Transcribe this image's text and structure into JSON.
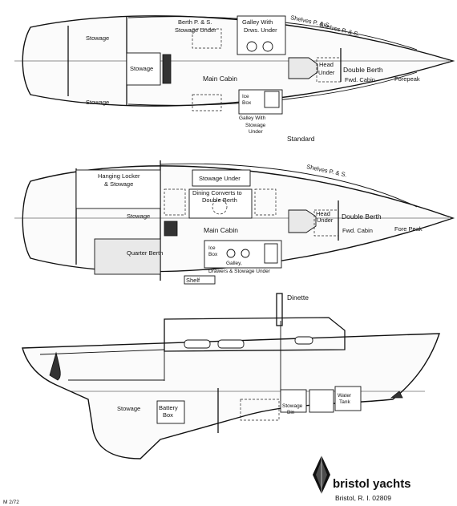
{
  "plan_standard": {
    "shelves": "Shelves P. & S.",
    "shelves_right": "Shelves P. & S.",
    "berth_ps": "Berth P. & S.",
    "stowage_under": "Stowage Under",
    "galley_with": "Galley With",
    "drws_under": "Drws. Under",
    "stowage_fwd": "Stowage",
    "stowage_aft": "Stowage",
    "stowage_mid": "Stowage",
    "main_cabin": "Main Cabin",
    "head": "Head",
    "under": "Under",
    "double_berth": "Double Berth",
    "fwd_cabin": "Fwd. Cabin",
    "forepeak": "Forepeak",
    "ice": "Ice",
    "box": "Box",
    "galley_with2": "Galley With",
    "stowage2": "Stowage",
    "under2": "Under",
    "caption": "Standard"
  },
  "plan_dinette": {
    "hanging_locker": "Hanging Locker",
    "and_stowage": "& Stowage",
    "stowage_under": "Stowage Under",
    "shelves": "Shelves P. & S.",
    "dining_converts": "Dining Converts to",
    "double_berth_a": "Double Berth",
    "stowage": "Stowage",
    "head": "Head",
    "under": "Under",
    "double_berth": "Double Berth",
    "main_cabin": "Main Cabin",
    "fwd_cabin": "Fwd. Cabin",
    "fore_peak": "Fore Peak",
    "quarter_berth": "Quarter Berth",
    "ice": "Ice",
    "box": "Box",
    "galley": "Galley,",
    "drawers": "Drawers & Stowage Under",
    "shelf": "Shelf",
    "caption": "Dinette"
  },
  "profile": {
    "stowage": "Stowage",
    "battery": "Battery",
    "box": "Box",
    "stowage_bin_a": "Stowage",
    "stowage_bin_b": "Bin",
    "water": "Water",
    "tank": "Tank"
  },
  "brand": {
    "name": "bristol yachts",
    "address": "Bristol, R. I. 02809"
  },
  "corner_note": "M 2/72"
}
